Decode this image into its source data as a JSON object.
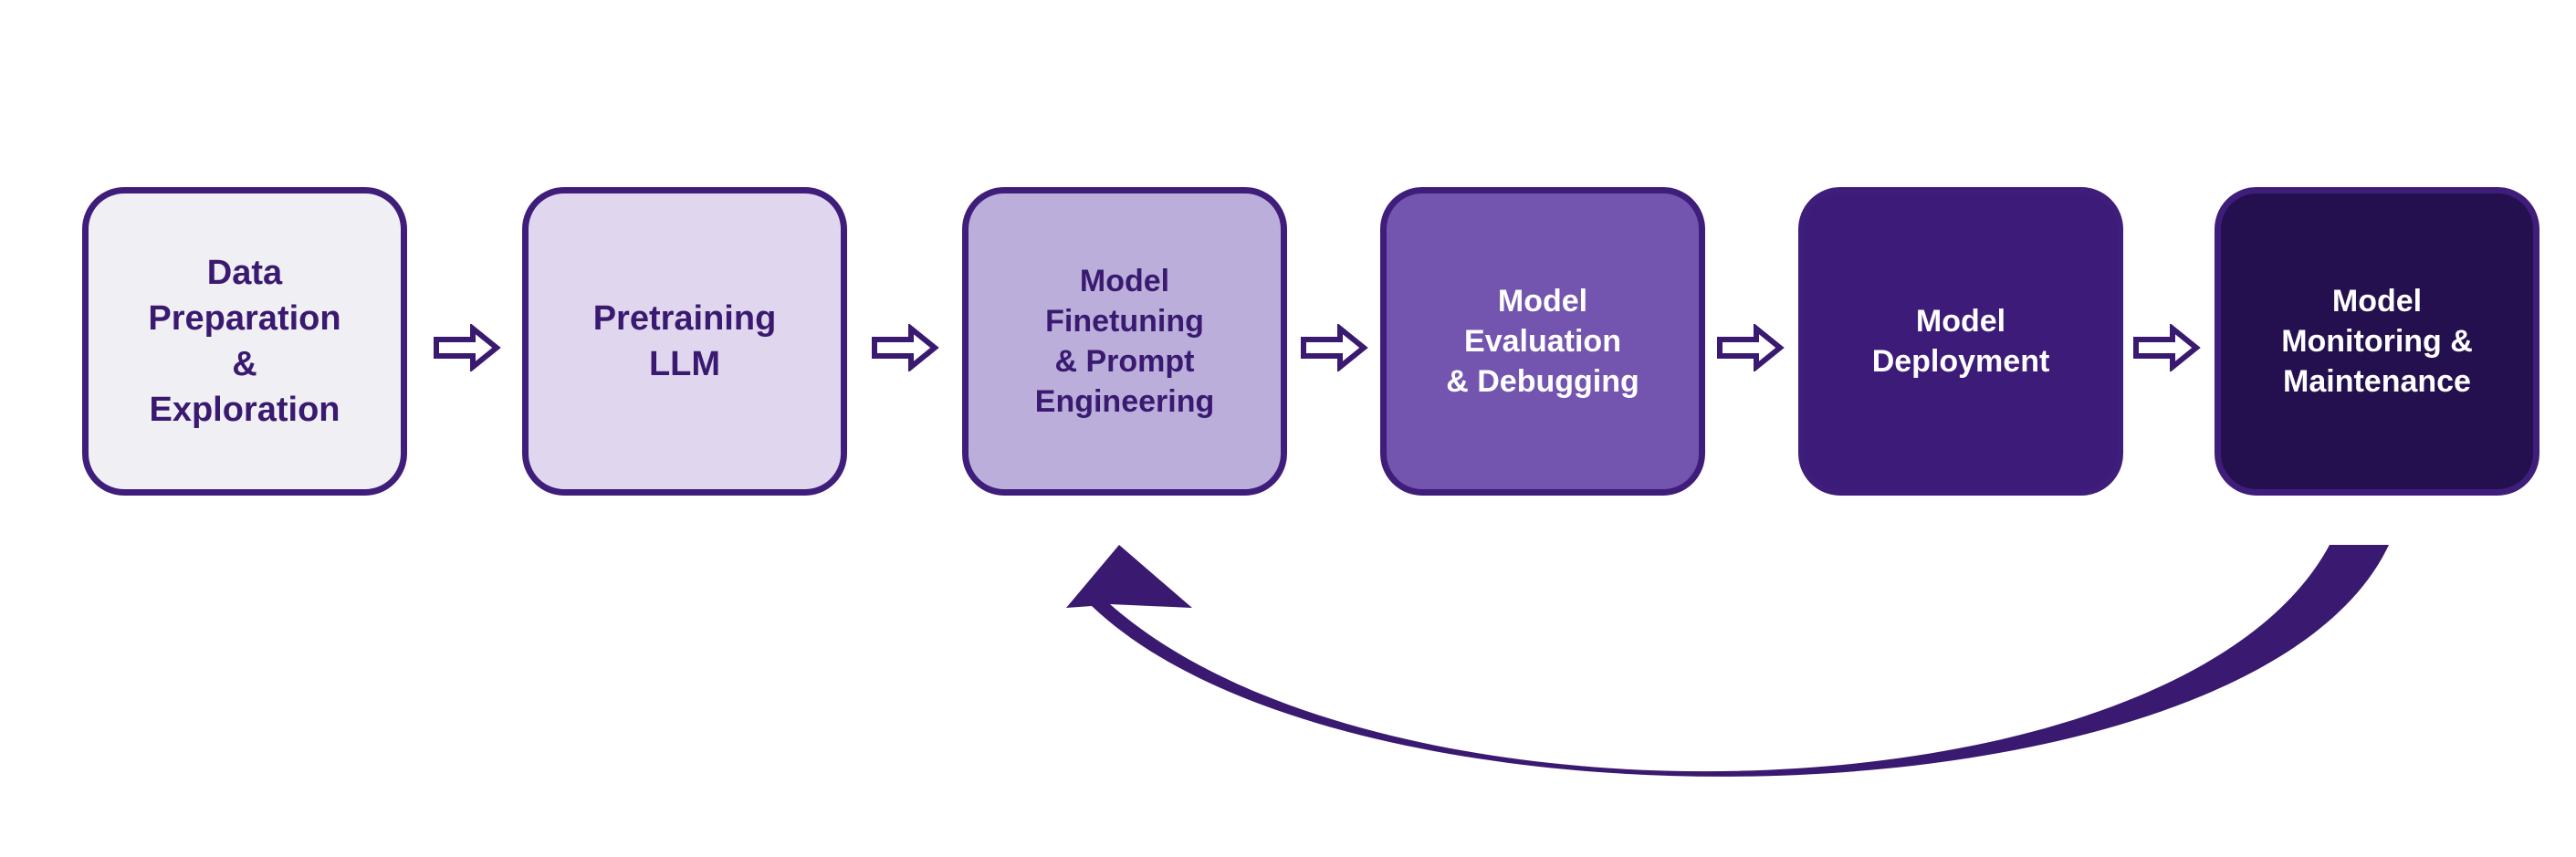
{
  "diagram": {
    "stages": [
      {
        "label": "Data\nPreparation\n&\nExploration",
        "fill": "#f0eff3",
        "text_color": "#3a1a70"
      },
      {
        "label": "Pretraining\nLLM",
        "fill": "#e0d7ee",
        "text_color": "#3a1a70"
      },
      {
        "label": "Model\nFinetuning\n& Prompt\nEngineering",
        "fill": "#bbaedb",
        "text_color": "#3a1a70"
      },
      {
        "label": "Model\nEvaluation\n& Debugging",
        "fill": "#7355b0",
        "text_color": "#ffffff"
      },
      {
        "label": "Model\nDeployment",
        "fill": "#3d1b79",
        "text_color": "#ffffff"
      },
      {
        "label": "Model\nMonitoring &\nMaintenance",
        "fill": "#24104f",
        "text_color": "#ffffff"
      }
    ],
    "step_arrow_icon": "hollow-right-arrow",
    "feedback_arrow_icon": "curved-return-arrow",
    "colors": {
      "outline": "#3f1d7a",
      "arrow": "#3a1a70"
    }
  }
}
